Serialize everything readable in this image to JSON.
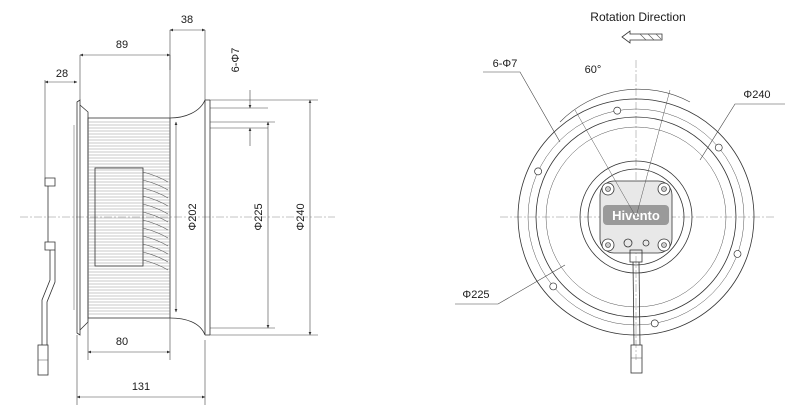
{
  "side_view": {
    "dims": {
      "top_width": "38",
      "hub_width": "89",
      "bracket_width": "28",
      "holes": "6-Φ7",
      "dia_202": "Φ202",
      "dia_225": "Φ225",
      "dia_240": "Φ240",
      "impeller_width": "80",
      "overall_width": "131"
    }
  },
  "front_view": {
    "title": "Rotation  Direction",
    "labels": {
      "holes": "6-Φ7",
      "angle": "60°",
      "dia_240": "Φ240",
      "dia_225": "Φ225",
      "brand": "Hivento"
    }
  }
}
